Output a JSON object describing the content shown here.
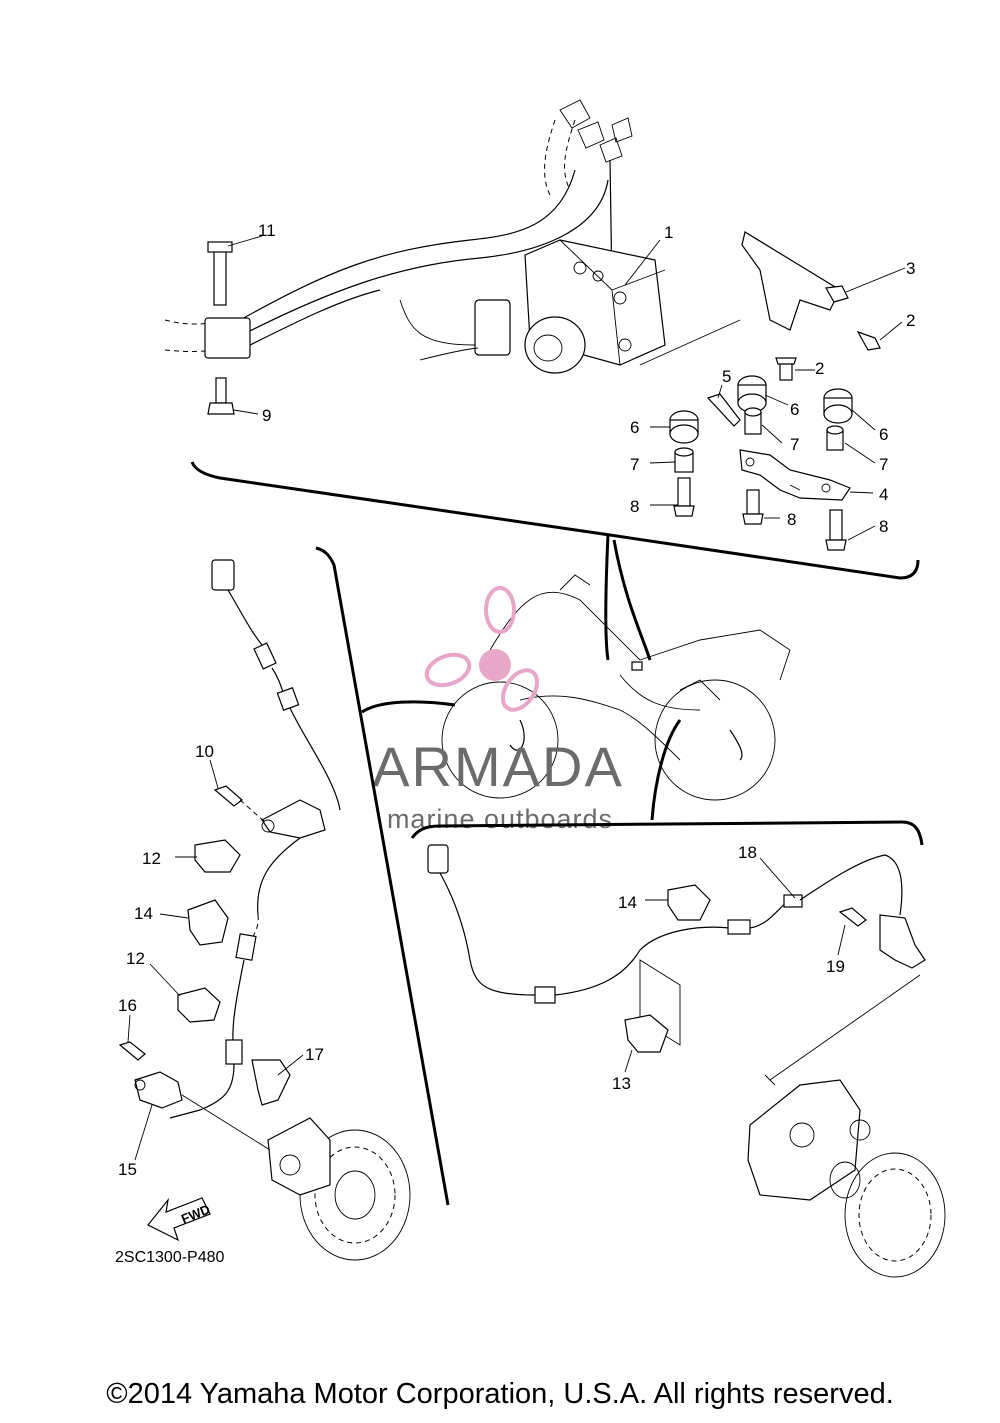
{
  "diagram": {
    "part_callouts": [
      "1",
      "2",
      "2",
      "3",
      "4",
      "5",
      "6",
      "6",
      "6",
      "7",
      "7",
      "7",
      "8",
      "8",
      "8",
      "9",
      "10",
      "11",
      "12",
      "12",
      "13",
      "14",
      "14",
      "15",
      "16",
      "17",
      "18",
      "19"
    ],
    "fwd_label": "FWD",
    "drawing_code": "2SC1300-P480"
  },
  "watermark": {
    "brand": "ARMADA",
    "tagline": "marine outboards",
    "colors": {
      "logo": "#e8a6c8",
      "text": "#6b6b6b"
    }
  },
  "footer": {
    "copyright": "©2014 Yamaha Motor Corporation, U.S.A. All rights reserved."
  }
}
